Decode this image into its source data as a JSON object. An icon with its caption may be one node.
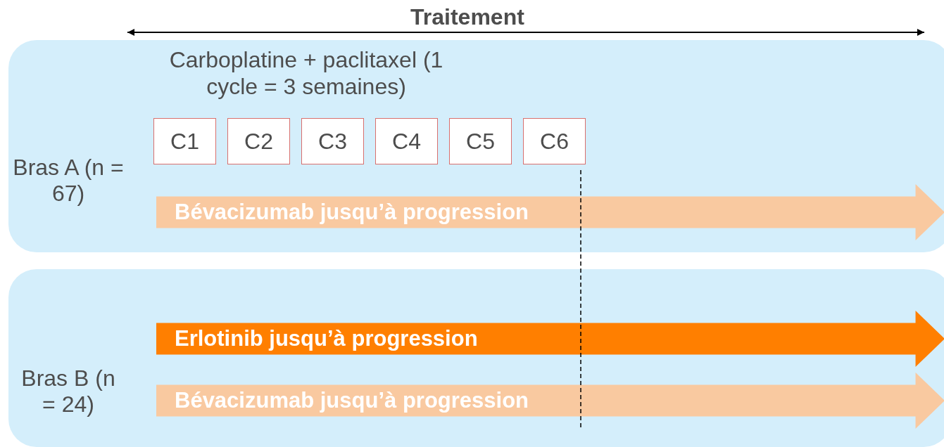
{
  "diagram": {
    "title": "Traitement",
    "nodes": [
      {
        "text": [
          "Bras A (n = 67)"
        ]
      },
      {
        "text": [
          "C1"
        ],
        "in": 0
      },
      {
        "text": [
          "C2"
        ],
        "in": 0
      },
      {
        "text": [
          "C3"
        ],
        "in": 0
      },
      {
        "text": [
          "C4"
        ],
        "in": 0
      },
      {
        "text": [
          "C5"
        ],
        "in": 0
      },
      {
        "text": [
          "C6"
        ],
        "in": 0
      },
      {
        "text": [
          "Bévacizumab jusqu’à progression"
        ],
        "in": 0
      },
      {
        "text": [
          "Bras B (n = 24)"
        ]
      },
      {
        "text": [
          "Erlotinib jusqu’à progression"
        ],
        "in": 8
      },
      {
        "text": [
          "Bévacizumab jusqu’à progression"
        ],
        "in": 8
      }
    ],
    "labels": [
      "Carboplatine + paclitaxel (1 cycle = 3 semaines)"
    ]
  }
}
